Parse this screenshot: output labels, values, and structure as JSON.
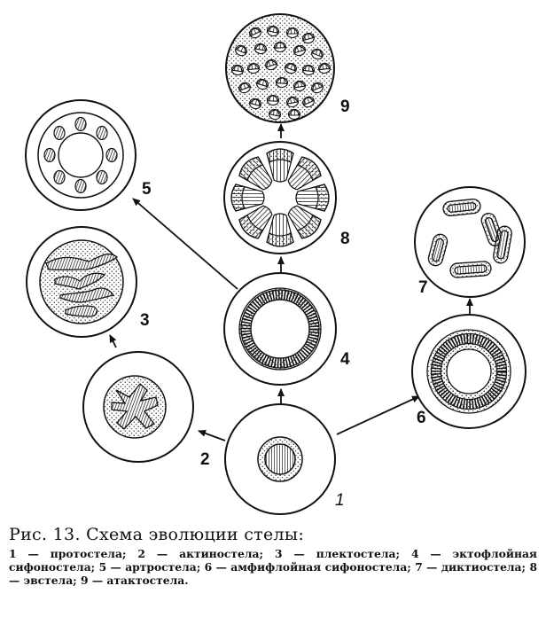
{
  "diagram": {
    "labels": {
      "n1": "1",
      "n2": "2",
      "n3": "3",
      "n4": "4",
      "n5": "5",
      "n6": "6",
      "n7": "7",
      "n8": "8",
      "n9": "9"
    }
  },
  "caption": {
    "title": "Рис. 13. Схема эволюции стелы:",
    "text": "1 — протостела; 2 — актиностела; 3 — плектостела; 4 — эктофлойная сифоностела; 5 — артростела; 6 — амфифлойная сифоностела; 7 — диктиостела; 8 — эвстела; 9 — атактостела."
  },
  "colors": {
    "ink": "#111111",
    "paper": "#ffffff"
  }
}
